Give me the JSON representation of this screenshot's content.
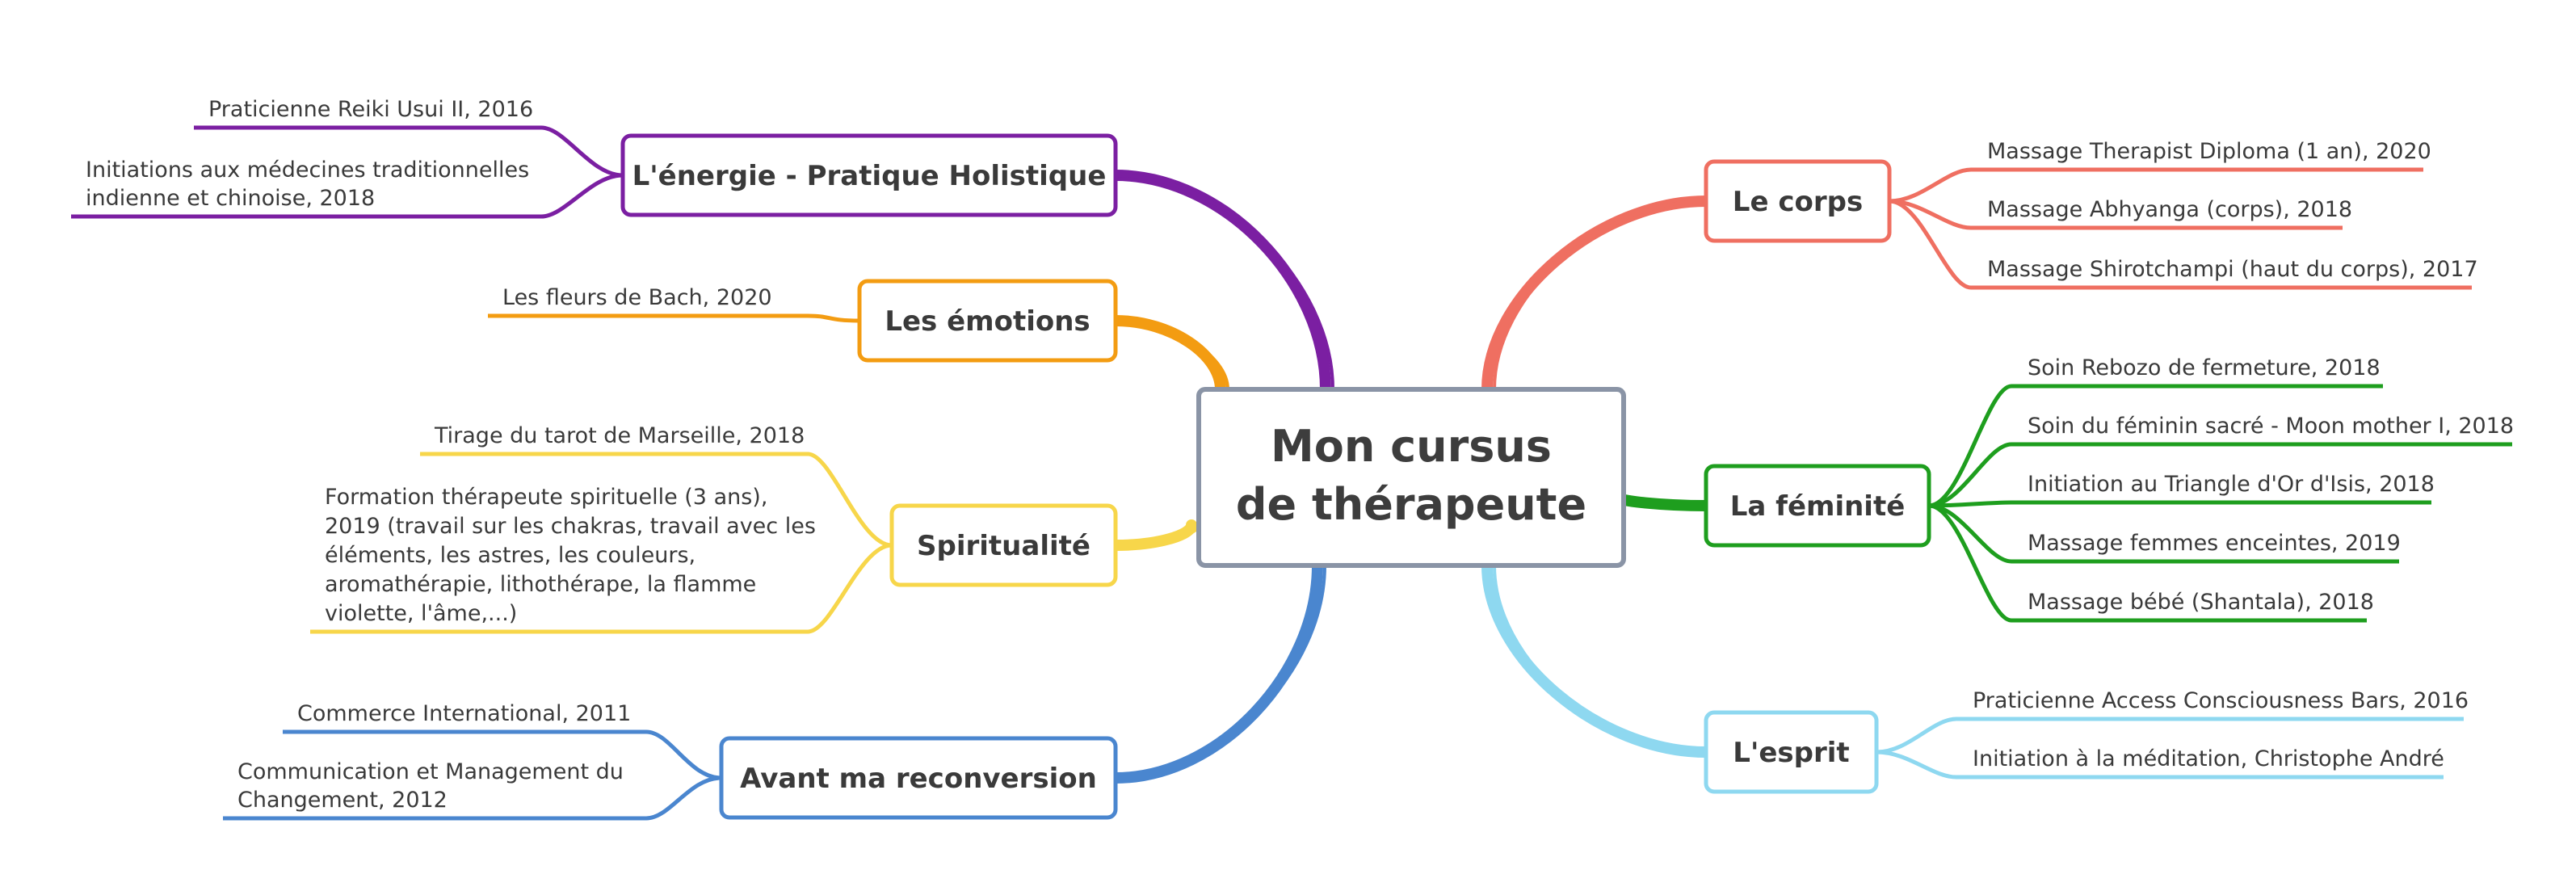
{
  "central": {
    "lines": [
      "Mon cursus",
      "de thérapeute"
    ],
    "color": "#8A94A6"
  },
  "branches": [
    {
      "id": "energie",
      "label": "L'énergie - Pratique Holistique",
      "color": "#7B1FA2",
      "leaves": [
        {
          "lines": [
            "Praticienne Reiki Usui II, 2016"
          ]
        },
        {
          "lines": [
            "Initiations aux médecines traditionnelles",
            "indienne et chinoise, 2018"
          ]
        }
      ]
    },
    {
      "id": "emotions",
      "label": "Les émotions",
      "color": "#F39C12",
      "leaves": [
        {
          "lines": [
            "Les fleurs de Bach, 2020"
          ]
        }
      ]
    },
    {
      "id": "spiritualite",
      "label": "Spiritualité",
      "color": "#F7D64A",
      "leaves": [
        {
          "lines": [
            "Tirage du tarot de Marseille, 2018"
          ]
        },
        {
          "lines": [
            "Formation thérapeute spirituelle (3 ans),",
            "2019 (travail sur les chakras, travail avec les",
            "éléments, les astres, les couleurs,",
            "aromathérapie, lithothérape, la flamme",
            "violette, l'âme,...)"
          ]
        }
      ]
    },
    {
      "id": "reconversion",
      "label": "Avant ma reconversion",
      "color": "#4A86CF",
      "leaves": [
        {
          "lines": [
            "Commerce International, 2011"
          ]
        },
        {
          "lines": [
            "Communication et Management du",
            "Changement, 2012"
          ]
        }
      ]
    },
    {
      "id": "corps",
      "label": "Le corps",
      "color": "#EF6F61",
      "leaves": [
        {
          "lines": [
            "Massage Therapist Diploma (1 an), 2020"
          ]
        },
        {
          "lines": [
            "Massage Abhyanga (corps), 2018"
          ]
        },
        {
          "lines": [
            "Massage Shirotchampi (haut du corps), 2017"
          ]
        }
      ]
    },
    {
      "id": "feminite",
      "label": "La féminité",
      "color": "#1E9E1E",
      "leaves": [
        {
          "lines": [
            "Soin Rebozo de fermeture, 2018"
          ]
        },
        {
          "lines": [
            "Soin du féminin sacré - Moon mother I, 2018"
          ]
        },
        {
          "lines": [
            "Initiation au Triangle d'Or d'Isis, 2018"
          ]
        },
        {
          "lines": [
            "Massage femmes enceintes, 2019"
          ]
        },
        {
          "lines": [
            "Massage bébé (Shantala), 2018"
          ]
        }
      ]
    },
    {
      "id": "esprit",
      "label": "L'esprit",
      "color": "#8ED8F0",
      "leaves": [
        {
          "lines": [
            "Praticienne Access Consciousness Bars, 2016"
          ]
        },
        {
          "lines": [
            "Initiation à la méditation, Christophe André"
          ]
        }
      ]
    }
  ]
}
